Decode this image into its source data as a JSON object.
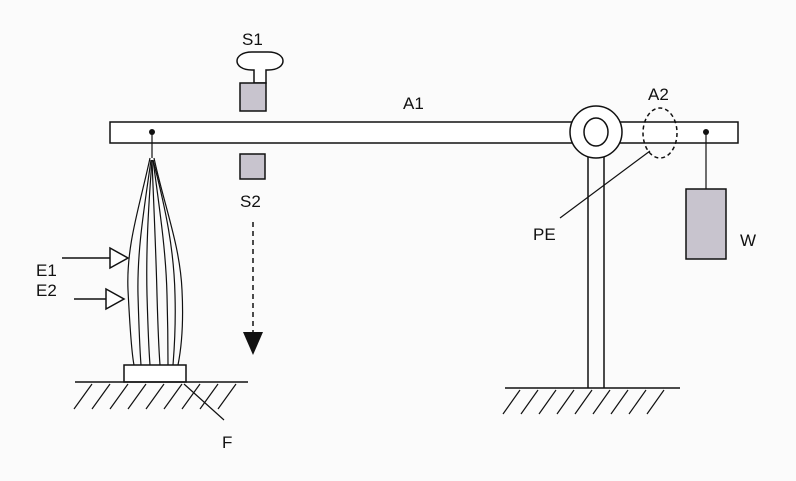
{
  "labels": {
    "s1": "S1",
    "s2": "S2",
    "a1": "A1",
    "a2": "A2",
    "pe": "PE",
    "w": "W",
    "e1": "E1",
    "e2": "E2",
    "f": "F"
  },
  "colors": {
    "line": "#111111",
    "fill_gray": "#c8c4ce",
    "background": "#fbfbfb"
  }
}
